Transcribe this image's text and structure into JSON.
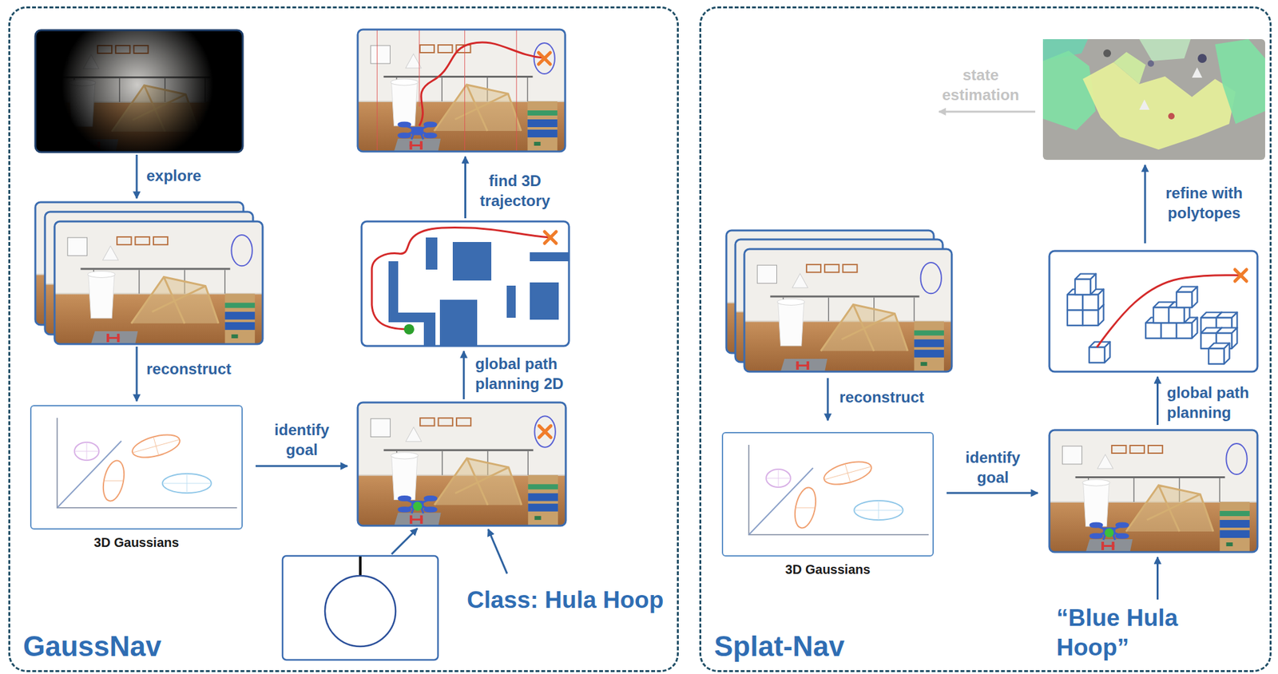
{
  "diagram": {
    "nodes": [
      {
        "text": [
          "GaussNav"
        ]
      },
      {
        "text": [],
        "in": 0
      },
      {
        "text": [],
        "in": 0
      },
      {
        "text": [
          "3D Gaussians"
        ],
        "in": 0
      },
      {
        "text": [],
        "in": 0
      },
      {
        "text": [],
        "in": 0
      },
      {
        "text": [
          "Class: Hula Hoop"
        ],
        "in": 0
      },
      {
        "text": [],
        "in": 0
      },
      {
        "text": [],
        "in": 0
      },
      {
        "text": [
          "Splat-Nav"
        ]
      },
      {
        "text": [],
        "in": 9
      },
      {
        "text": [
          "3D Gaussians"
        ],
        "in": 9
      },
      {
        "text": [],
        "in": 9
      },
      {
        "text": [
          "“Blue Hula Hoop”"
        ],
        "in": 9
      },
      {
        "text": [],
        "in": 9
      },
      {
        "text": [],
        "in": 9
      }
    ],
    "edges": [
      {
        "from": 1,
        "to": 2,
        "label": "explore",
        "arrow": "to"
      },
      {
        "from": 2,
        "to": 3,
        "label": "reconstruct",
        "arrow": "to"
      },
      {
        "from": 3,
        "to": 4,
        "label": "identify goal",
        "arrow": "to"
      },
      {
        "from": 5,
        "to": 4,
        "arrow": "to"
      },
      {
        "from": 6,
        "to": 4,
        "arrow": "to"
      },
      {
        "from": 4,
        "to": 7,
        "label": "global path planning 2D",
        "arrow": "to"
      },
      {
        "from": 7,
        "to": 8,
        "label": "find 3D trajectory",
        "arrow": "to"
      },
      {
        "from": 10,
        "to": 11,
        "label": "reconstruct",
        "arrow": "to"
      },
      {
        "from": 11,
        "to": 12,
        "label": "identify goal",
        "arrow": "to"
      },
      {
        "from": 13,
        "to": 12,
        "arrow": "to"
      },
      {
        "from": 12,
        "to": 14,
        "label": "global path planning",
        "arrow": "to"
      },
      {
        "from": 14,
        "to": 15,
        "label": "refine with polytopes",
        "arrow": "to"
      }
    ],
    "labels": [
      "state estimation"
    ]
  }
}
